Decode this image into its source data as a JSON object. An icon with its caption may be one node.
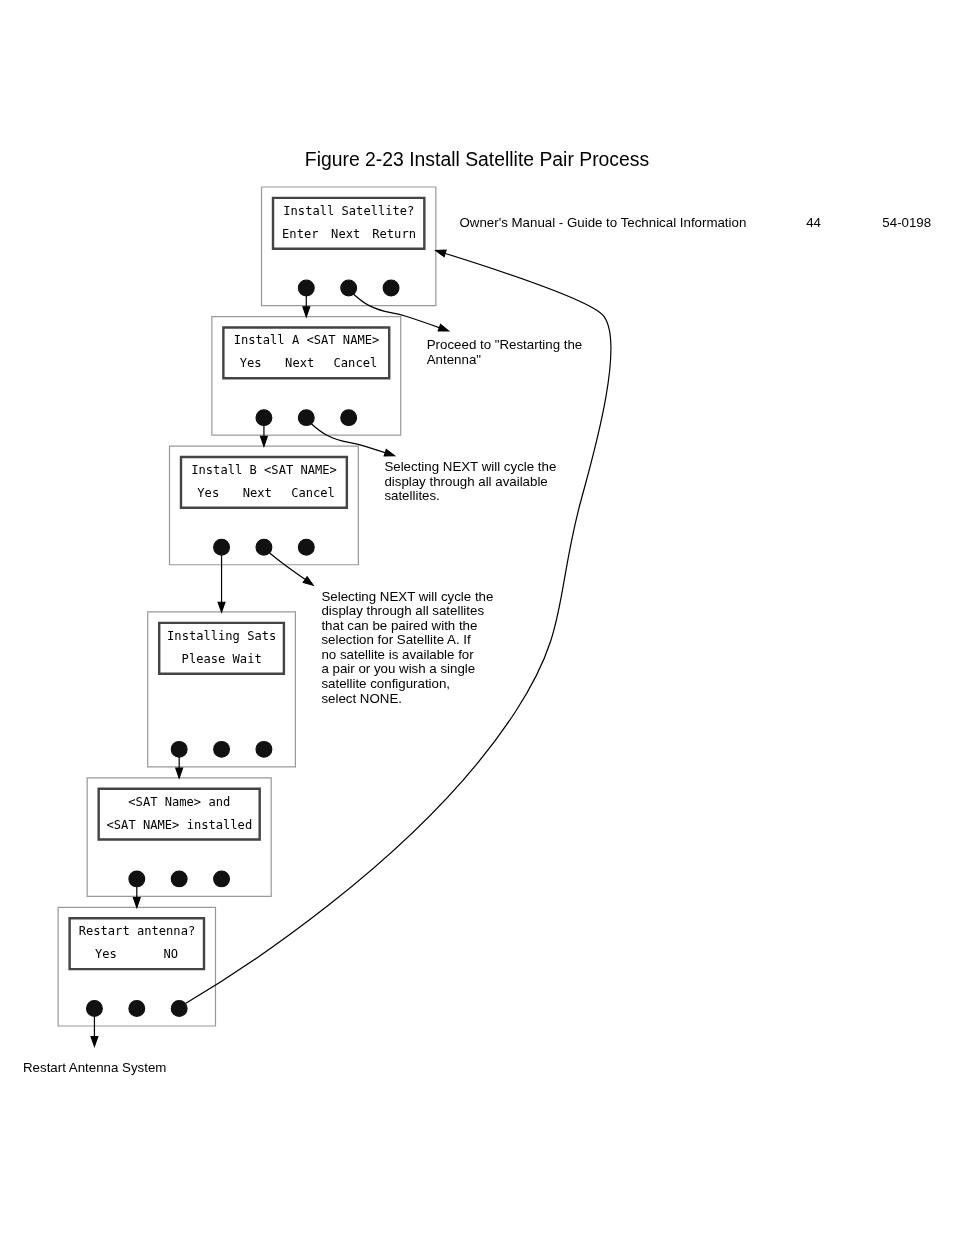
{
  "diagram": {
    "title": "Figure 2-23 Install Satellite Pair Process",
    "nodes": [
      {
        "text": [],
        "shape": "box"
      },
      {
        "text": [
          "Install Satellite?",
          "Enter",
          "Next",
          "Return"
        ],
        "in": 0
      },
      {
        "text": [],
        "shape": "circle",
        "in": 0
      },
      {
        "text": [],
        "shape": "circle",
        "in": 0
      },
      {
        "text": [],
        "shape": "circle",
        "in": 0
      },
      {
        "text": [],
        "shape": "box"
      },
      {
        "text": [
          "Install A <SAT NAME>",
          "Yes",
          "Next",
          "Cancel"
        ],
        "in": 5
      },
      {
        "text": [],
        "shape": "circle",
        "in": 5
      },
      {
        "text": [],
        "shape": "circle",
        "in": 5
      },
      {
        "text": [],
        "shape": "circle",
        "in": 5
      },
      {
        "text": [],
        "shape": "box"
      },
      {
        "text": [
          "Install B <SAT NAME>",
          "Yes",
          "Next",
          "Cancel"
        ],
        "in": 10
      },
      {
        "text": [],
        "shape": "circle",
        "in": 10
      },
      {
        "text": [],
        "shape": "circle",
        "in": 10
      },
      {
        "text": [],
        "shape": "circle",
        "in": 10
      },
      {
        "text": [],
        "shape": "box"
      },
      {
        "text": [
          "Installing Sats",
          "Please Wait"
        ],
        "in": 15
      },
      {
        "text": [],
        "shape": "circle",
        "in": 15
      },
      {
        "text": [],
        "shape": "circle",
        "in": 15
      },
      {
        "text": [],
        "shape": "circle",
        "in": 15
      },
      {
        "text": [],
        "shape": "box"
      },
      {
        "text": [
          "<SAT Name> and",
          "<SAT NAME> installed"
        ],
        "in": 20
      },
      {
        "text": [],
        "shape": "circle",
        "in": 20
      },
      {
        "text": [],
        "shape": "circle",
        "in": 20
      },
      {
        "text": [],
        "shape": "circle",
        "in": 20
      },
      {
        "text": [],
        "shape": "box"
      },
      {
        "text": [
          "Restart antenna?",
          "Yes",
          "NO"
        ],
        "in": 25
      },
      {
        "text": [],
        "shape": "circle",
        "in": 25
      },
      {
        "text": [],
        "shape": "circle",
        "in": 25
      },
      {
        "text": [],
        "shape": "circle",
        "in": 25
      },
      {
        "text": [
          "Proceed to \"Restarting the Antenna\""
        ]
      },
      {
        "text": [
          "Selecting NEXT will cycle the display through all available satellites."
        ]
      },
      {
        "text": [
          "Selecting NEXT will cycle the display through all satellites that can be paired with the selection for Satellite A. If no satellite is available for a pair or you wish a single satellite configuration, select NONE."
        ]
      },
      {
        "text": [
          "Restart Antenna System"
        ]
      }
    ],
    "edges": [
      {
        "from": 2,
        "to": 5,
        "arrow": "to"
      },
      {
        "from": 3,
        "to": 30,
        "arrow": "to"
      },
      {
        "from": 7,
        "to": 10,
        "arrow": "to"
      },
      {
        "from": 8,
        "to": 31,
        "arrow": "to"
      },
      {
        "from": 12,
        "to": 15,
        "arrow": "to"
      },
      {
        "from": 13,
        "to": 32,
        "arrow": "to"
      },
      {
        "from": 17,
        "to": 20,
        "arrow": "to"
      },
      {
        "from": 22,
        "to": 25,
        "arrow": "to"
      },
      {
        "from": 27,
        "to": 33,
        "arrow": "to"
      },
      {
        "from": 29,
        "to": 0,
        "arrow": "to"
      }
    ],
    "labels": [
      "Owner's Manual - Guide to Technical Information",
      "44",
      "54-0198"
    ]
  }
}
